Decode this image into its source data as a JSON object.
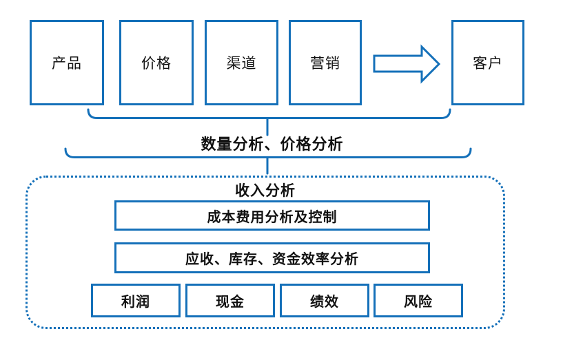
{
  "colors": {
    "accent": "#1470B9"
  },
  "flow": {
    "boxes": [
      {
        "label": "产品"
      },
      {
        "label": "价格"
      },
      {
        "label": "渠道"
      },
      {
        "label": "营销"
      },
      {
        "label": "客户"
      }
    ]
  },
  "braces": {
    "label": "数量分析、价格分析"
  },
  "revenue": {
    "title": "收入分析",
    "bars": [
      {
        "label": "成本费用分析及控制"
      },
      {
        "label": "应收、库存、资金效率分析"
      }
    ],
    "chips": [
      {
        "label": "利润"
      },
      {
        "label": "现金"
      },
      {
        "label": "绩效"
      },
      {
        "label": "风险"
      }
    ]
  }
}
